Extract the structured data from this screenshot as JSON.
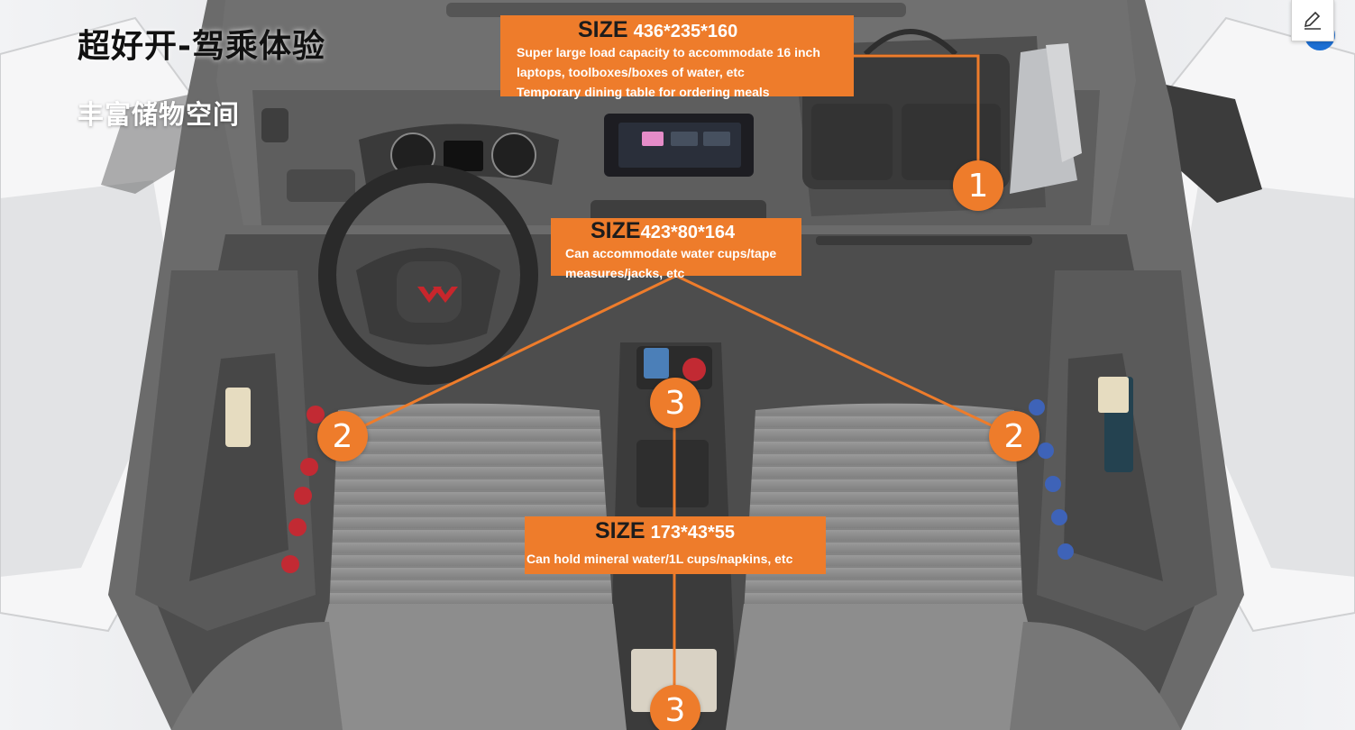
{
  "slide": {
    "title": "超好开-驾乘体验",
    "subtitle": "丰富储物空间"
  },
  "callouts": [
    {
      "size_word": "SIZE",
      "dims": "436*235*160",
      "lines": [
        "Super large load capacity to accommodate 16 inch",
        "laptops, toolboxes/boxes of water, etc",
        "Temporary dining table for ordering meals"
      ]
    },
    {
      "size_word": "SIZE",
      "dims": "423*80*164",
      "lines": [
        "Can accommodate water cups/tape",
        "measures/jacks, etc"
      ]
    },
    {
      "size_word": "SIZE",
      "dims": "173*43*55",
      "lines": [
        "Can hold mineral water/1L cups/napkins, etc"
      ]
    }
  ],
  "badges": [
    "1",
    "2",
    "2",
    "3",
    "3"
  ],
  "colors": {
    "accent": "#ee7c2b",
    "seat_fabric": "#8e8e8e",
    "dashboard": "#5c5c5c",
    "floor": "#4a4a4a"
  },
  "toolbar": {
    "edit_icon": "pencil-edit-icon"
  }
}
